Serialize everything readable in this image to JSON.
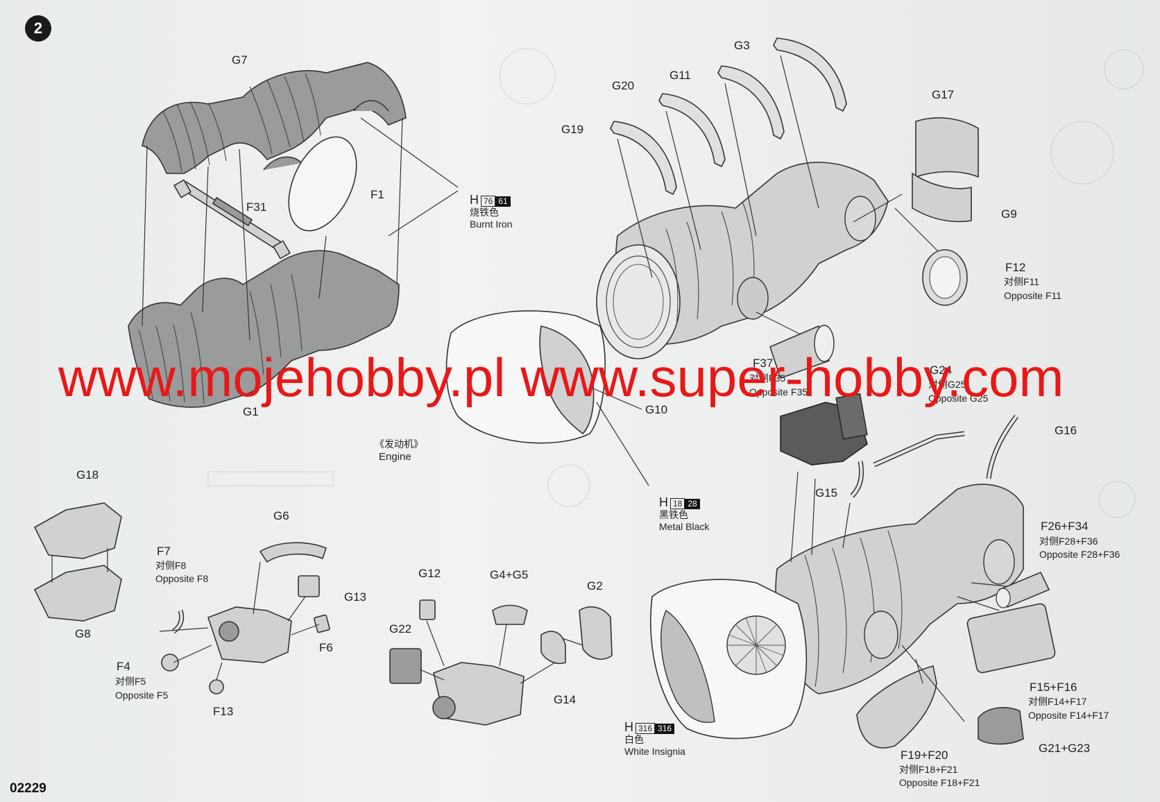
{
  "step": "2",
  "code": "02229",
  "watermark": "www.mojehobby.pl www.super-hobby.com",
  "labels": {
    "G7": "G7",
    "F1": "F1",
    "F31": "F31",
    "G1": "G1",
    "G3": "G3",
    "G11": "G11",
    "G20": "G20",
    "G19": "G19",
    "G17": "G17",
    "G9": "G9",
    "F12": "F12",
    "F12_cn": "对侧F11",
    "F12_en": "Opposite F11",
    "F37": "F37",
    "F37_cn": "对侧F35",
    "F37_en": "Opposite F35",
    "G24": "G24",
    "G24_cn": "对侧G25",
    "G24_en": "Opposite G25",
    "G10": "G10",
    "G16": "G16",
    "G15": "G15",
    "engine_cn": "《发动机》",
    "engine_en": "Engine",
    "G18": "G18",
    "G8": "G8",
    "G6": "G6",
    "F7": "F7",
    "F7_cn": "对侧F8",
    "F7_en": "Opposite F8",
    "G13": "G13",
    "F6": "F6",
    "F4": "F4",
    "F4_cn": "对侧F5",
    "F4_en": "Opposite F5",
    "F13": "F13",
    "G12": "G12",
    "G22": "G22",
    "G4G5": "G4+G5",
    "G2": "G2",
    "G14": "G14",
    "F26": "F26+F34",
    "F26_cn": "对侧F28+F36",
    "F26_en": "Opposite F28+F36",
    "F15": "F15+F16",
    "F15_cn": "对侧F14+F17",
    "F15_en": "Opposite F14+F17",
    "G21": "G21+G23",
    "F19": "F19+F20",
    "F19_cn": "对侧F18+F21",
    "F19_en": "Opposite F18+F21"
  },
  "paints": {
    "burnt": {
      "h": "H",
      "a": "76",
      "b": "61",
      "cn": "烧铁色",
      "en": "Burnt Iron"
    },
    "metal": {
      "h": "H",
      "a": "18",
      "b": "28",
      "cn": "黑铁色",
      "en": "Metal  Black"
    },
    "white": {
      "h": "H",
      "a": "316",
      "b": "316",
      "cn": "白色",
      "en": "White Insignia"
    }
  },
  "colors": {
    "watermark": "#e81818",
    "part_fill": "#9a9b9b",
    "paper": "#ecefee"
  }
}
